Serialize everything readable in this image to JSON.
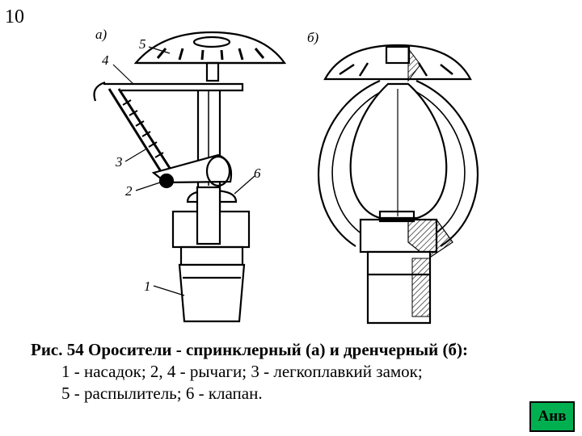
{
  "slide": {
    "number": "10"
  },
  "figure": {
    "panel_a_label": "а)",
    "panel_b_label": "б)",
    "callouts": [
      "5",
      "4",
      "3",
      "2",
      "6",
      "1"
    ]
  },
  "caption": {
    "title": "Рис. 54  Оросители - спринклерный (а) и дренчерный (б):",
    "line1": "1 - насадок; 2, 4 - рычаги; 3 - легкоплавкий замок;",
    "line2": "5 - распылитель; 6 - клапан."
  },
  "nav": {
    "button_label": "Анв",
    "button_color": "#00b050"
  }
}
